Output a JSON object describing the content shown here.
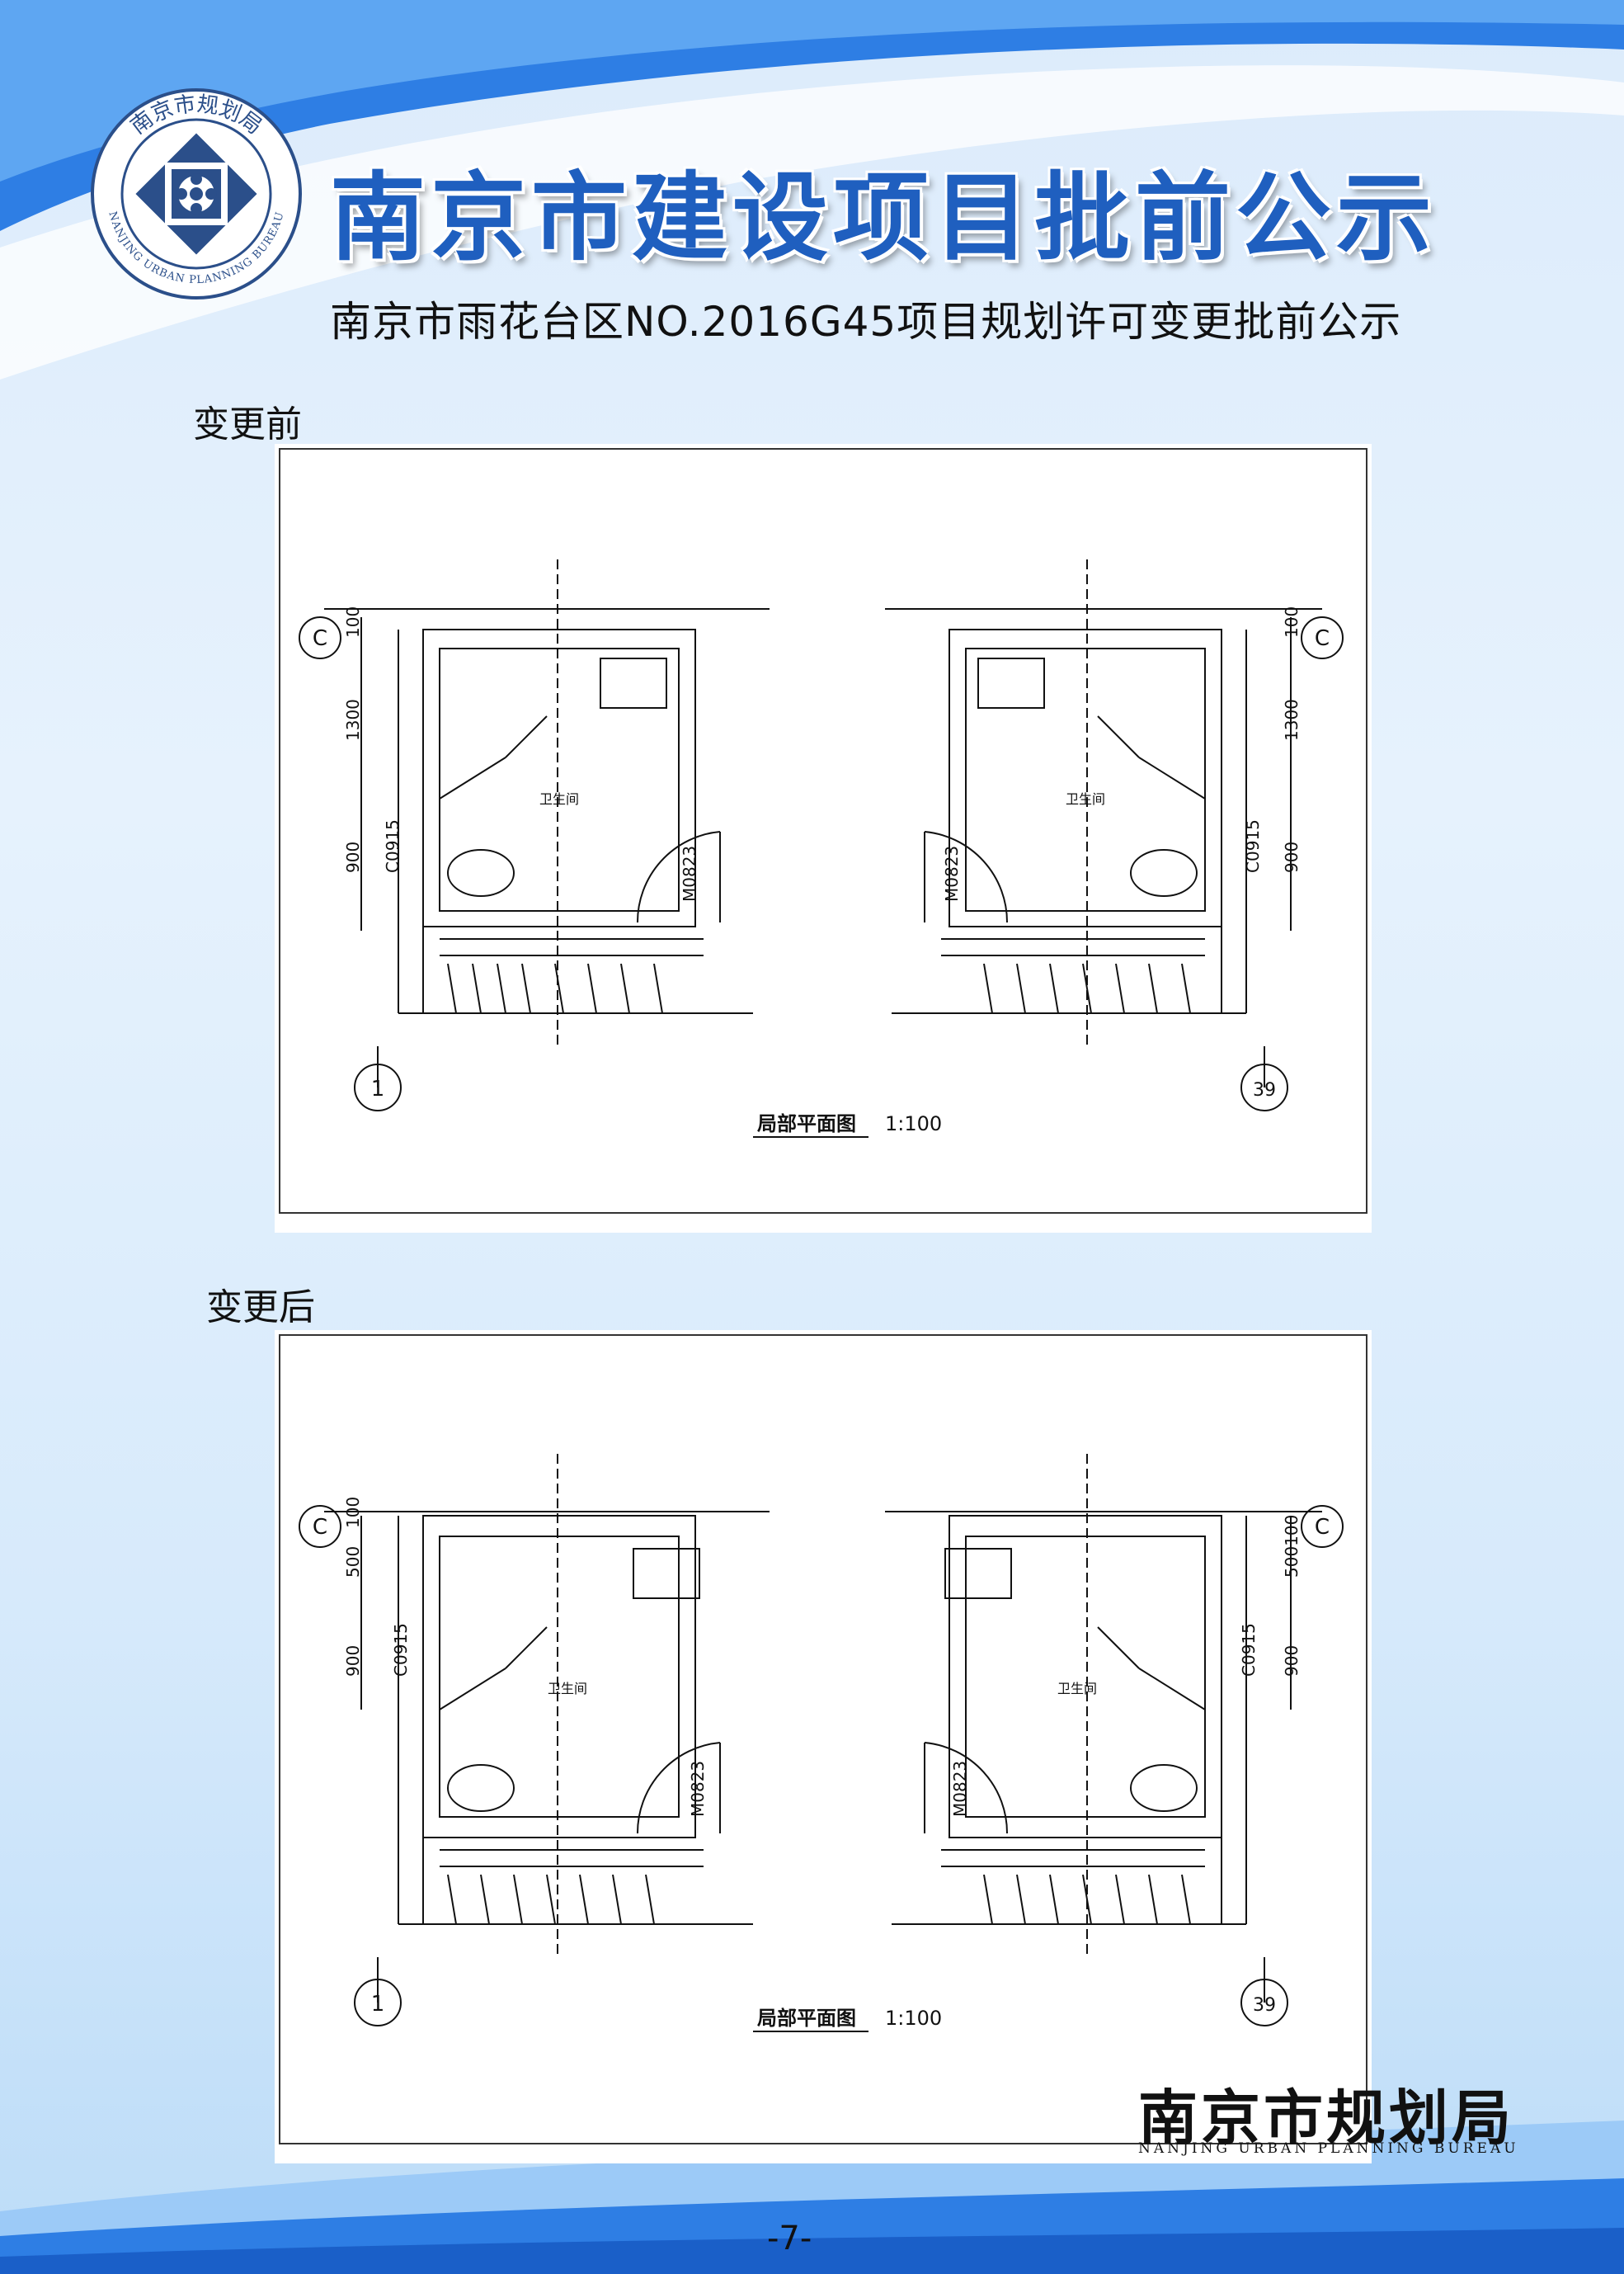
{
  "header": {
    "title": "南京市建设项目批前公示",
    "subtitle": "南京市雨花台区NO.2016G45项目规划许可变更批前公示"
  },
  "logo": {
    "ring_text_top": "南京市规划局",
    "ring_text_bottom": "NANJING URBAN PLANNING BUREAU",
    "icon": "flower-emblem-icon"
  },
  "sections": {
    "before_label": "变更前",
    "after_label": "变更后"
  },
  "drawing_before": {
    "axis_top_left": "C",
    "axis_top_right": "C",
    "axis_bottom_left": "1",
    "axis_bottom_right": "39",
    "room_left": "卫生间",
    "room_right": "卫生间",
    "door_left": "M0823",
    "door_right": "M0823",
    "window_left": "C0915",
    "window_right": "C0915",
    "dims_left": [
      "100",
      "1300",
      "900"
    ],
    "dims_right": [
      "100",
      "1300",
      "900"
    ],
    "caption": "局部平面图",
    "scale": "1:100"
  },
  "drawing_after": {
    "axis_top_left": "C",
    "axis_top_right": "C",
    "axis_bottom_left": "1",
    "axis_bottom_right": "39",
    "room_left": "卫生间",
    "room_right": "卫生间",
    "door_left": "M0823",
    "door_right": "M0823",
    "window_left": "C0915",
    "window_right": "C0915",
    "dims_left": [
      "100",
      "500",
      "900"
    ],
    "dims_right": [
      "500100",
      "900"
    ],
    "caption": "局部平面图",
    "scale": "1:100"
  },
  "footer": {
    "org_name": "南京市规划局",
    "org_name_en": "NANJING URBAN PLANNING BUREAU",
    "page_number": "-7-"
  },
  "colors": {
    "title_blue": "#1f5fbf",
    "wave_blue": "#2f7fe6",
    "background": "#dcebfb"
  }
}
